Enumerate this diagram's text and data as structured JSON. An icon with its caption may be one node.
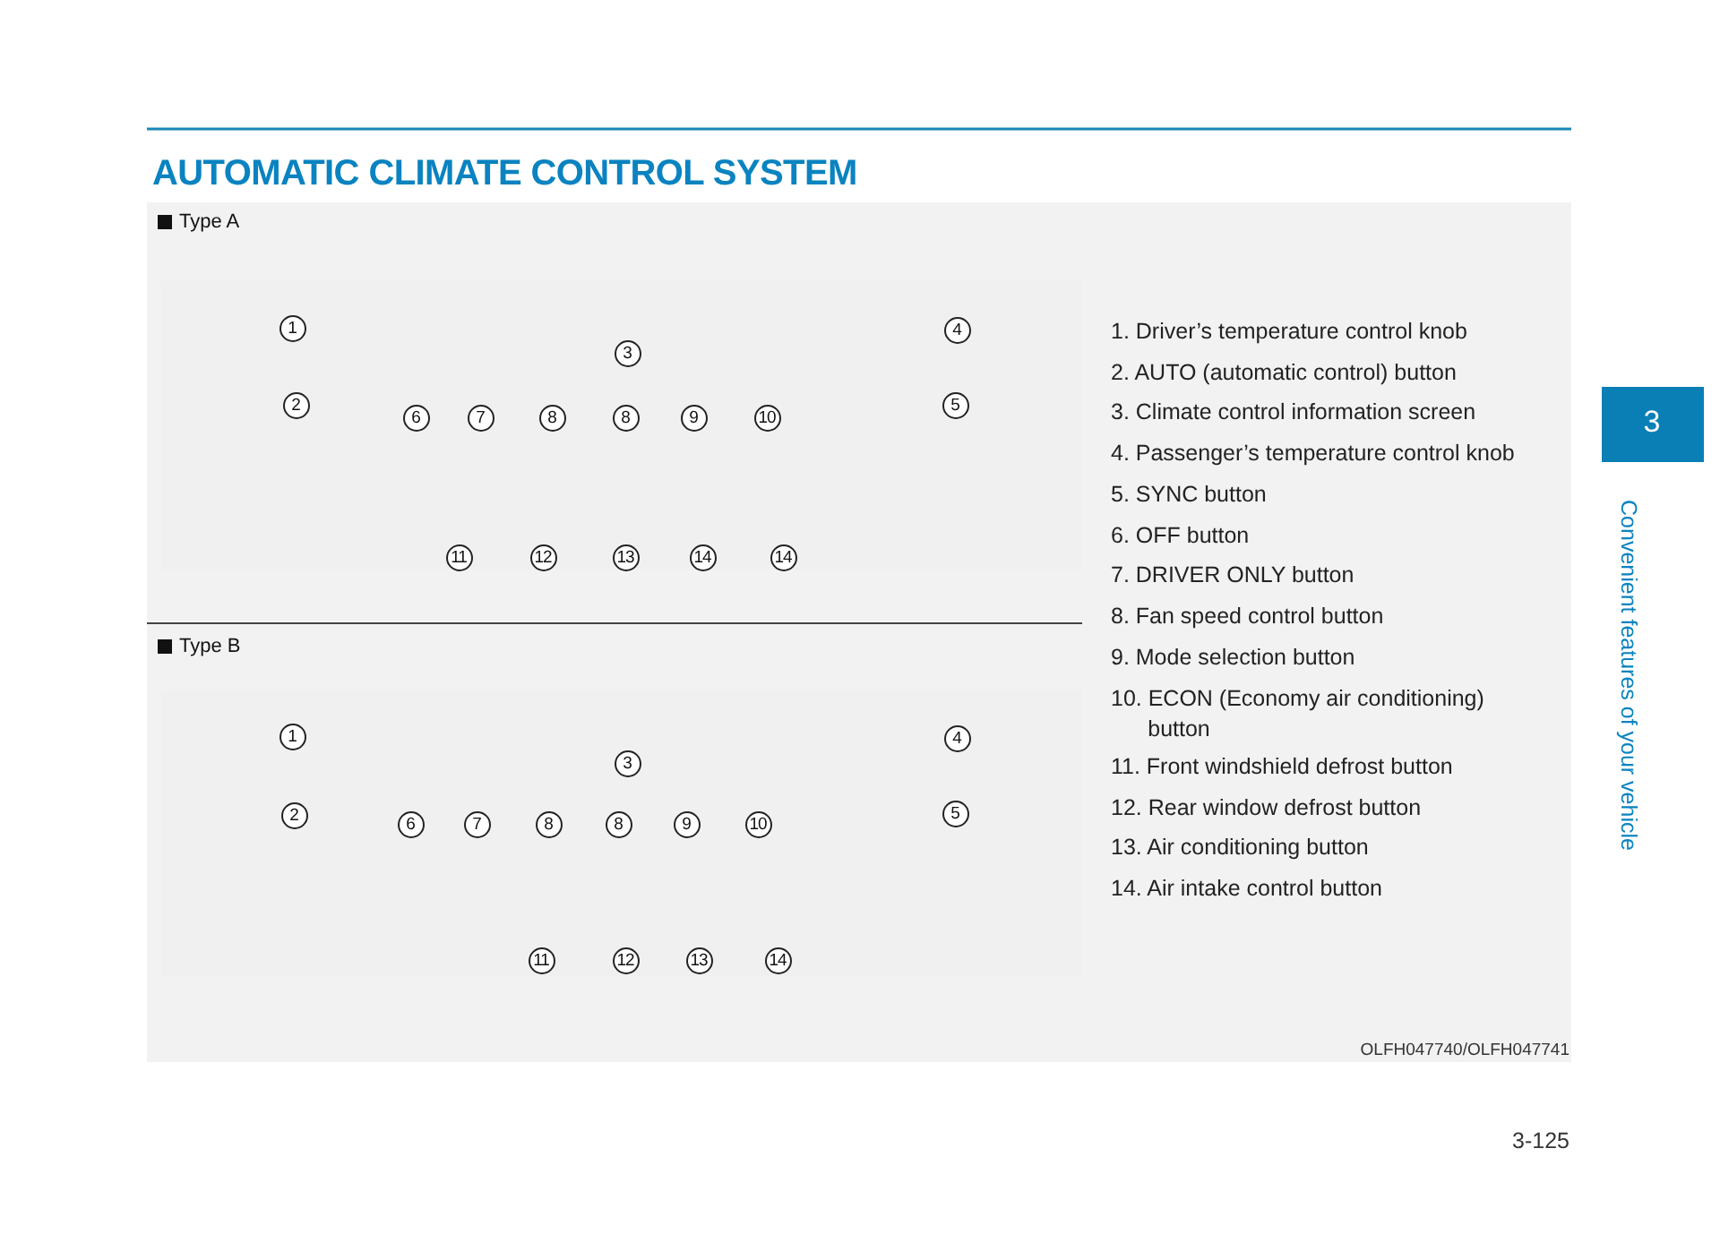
{
  "diagram": {
    "title": "AUTOMATIC CLIMATE CONTROL SYSTEM",
    "labels": [
      "Type A",
      "1",
      "4",
      "3",
      "2",
      "5",
      "6",
      "7",
      "8",
      "8",
      "9",
      "10",
      "11",
      "12",
      "13",
      "14",
      "14",
      "1. Driver’s temperature control knob",
      "2. AUTO (automatic control) button",
      "3. Climate control information screen",
      "4. Passenger’s temperature control knob",
      "5. SYNC button",
      "6. OFF button",
      "7. DRIVER ONLY button",
      "8. Fan speed control button",
      "9. Mode selection button",
      "10. ECON (Economy air conditioning) button",
      "11. Front windshield defrost button",
      "12. Rear window defrost button",
      "13. Air conditioning button",
      "14. Air intake control button",
      "Type B",
      "1",
      "4",
      "3",
      "2",
      "5",
      "6",
      "7",
      "8",
      "8",
      "9",
      "10",
      "11",
      "12",
      "13",
      "14",
      "OLFH047740/OLFH047741",
      "3",
      "Convenient features of your vehicle",
      "3-125"
    ]
  }
}
